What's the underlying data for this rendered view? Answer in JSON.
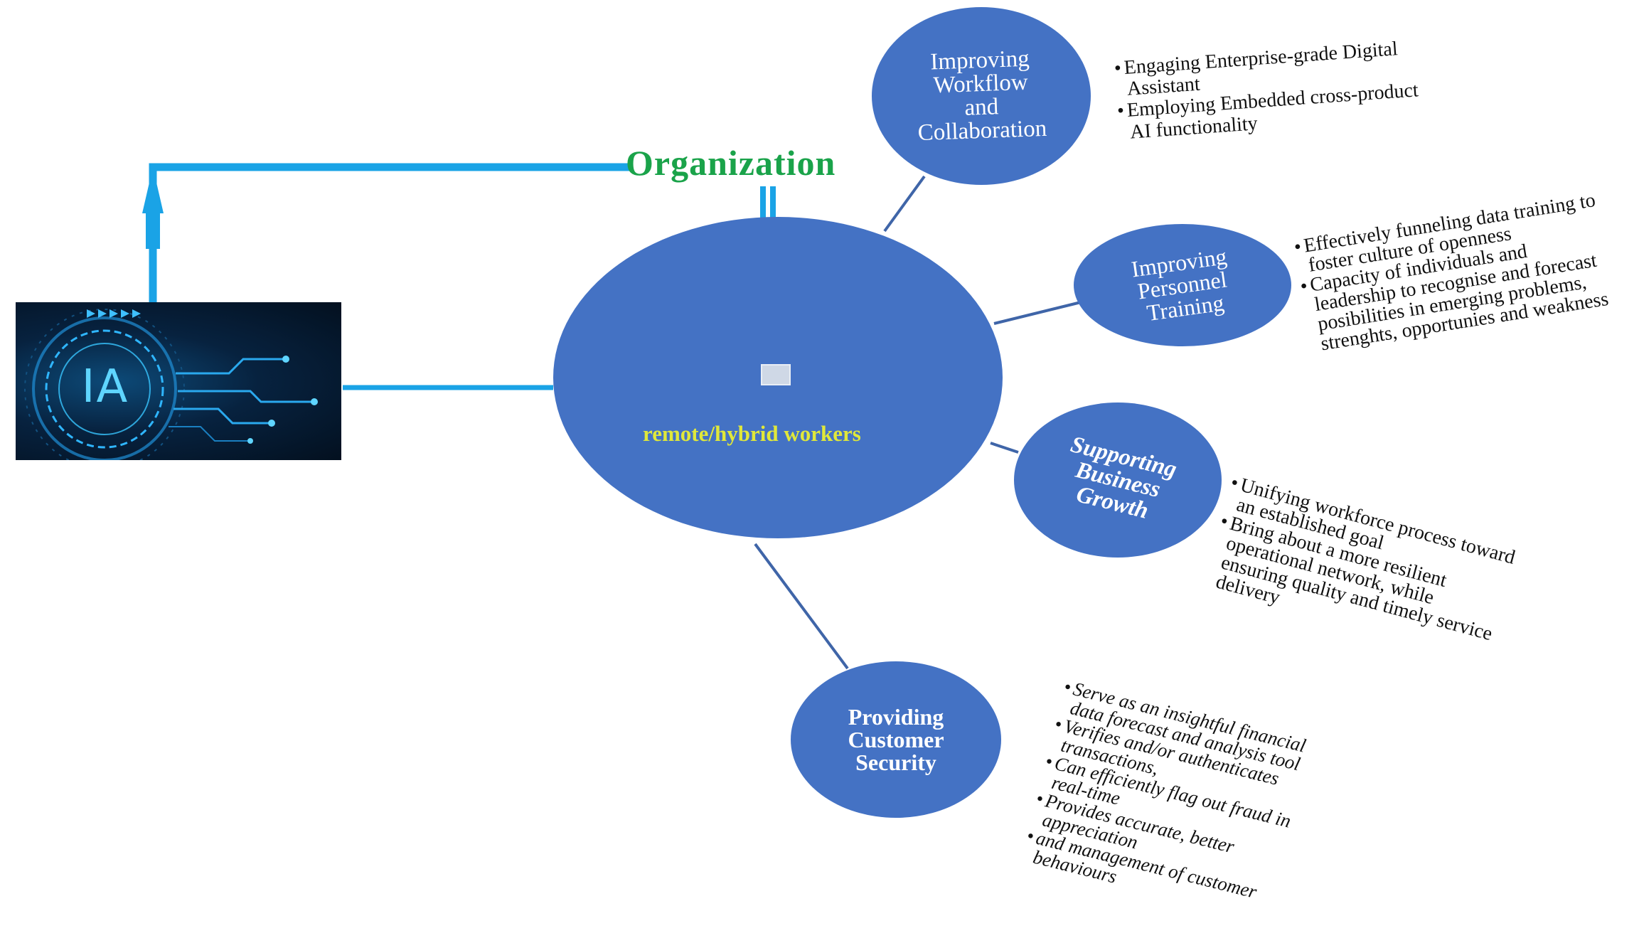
{
  "organization_label": "Organization",
  "center": {
    "label": "remote/hybrid workers"
  },
  "ia_logo_text": "IA",
  "nodes": [
    {
      "id": "workflow",
      "title_lines": [
        "Improving",
        "Workflow",
        "and",
        "Collaboration"
      ],
      "bullets": [
        "Engaging Enterprise-grade Digital Assistant",
        "Employing Embedded cross-product AI functionality"
      ]
    },
    {
      "id": "training",
      "title_lines": [
        "Improving",
        "Personnel",
        "Training"
      ],
      "bullets": [
        "Effectively funneling data training to foster culture of openness",
        "Capacity of individuals and leadership to recognise and forecast posibilities in emerging problems, strenghts, opportunies and weakness"
      ]
    },
    {
      "id": "growth",
      "title_lines": [
        "Supporting",
        "Business",
        "Growth"
      ],
      "bullets": [
        "Unifying workforce process toward an established goal",
        "Bring about a more resilient operational network, while ensuring quality and timely service delivery"
      ]
    },
    {
      "id": "security",
      "title_lines": [
        "Providing",
        "Customer",
        "Security"
      ],
      "bullets": [
        "Serve as an insightful financial data forecast and analysis tool",
        "Verifies and/or authenticates transactions,",
        "Can efficiently flag out fraud in real-time",
        "Provides accurate, better appreciation",
        "and management of customer behaviours"
      ]
    }
  ],
  "colors": {
    "circle_fill": "#4472c4",
    "arrow": "#1aa3e6",
    "connector": "#3f65a8",
    "organization_text": "#1aa34a",
    "center_text": "#e0e83a"
  }
}
